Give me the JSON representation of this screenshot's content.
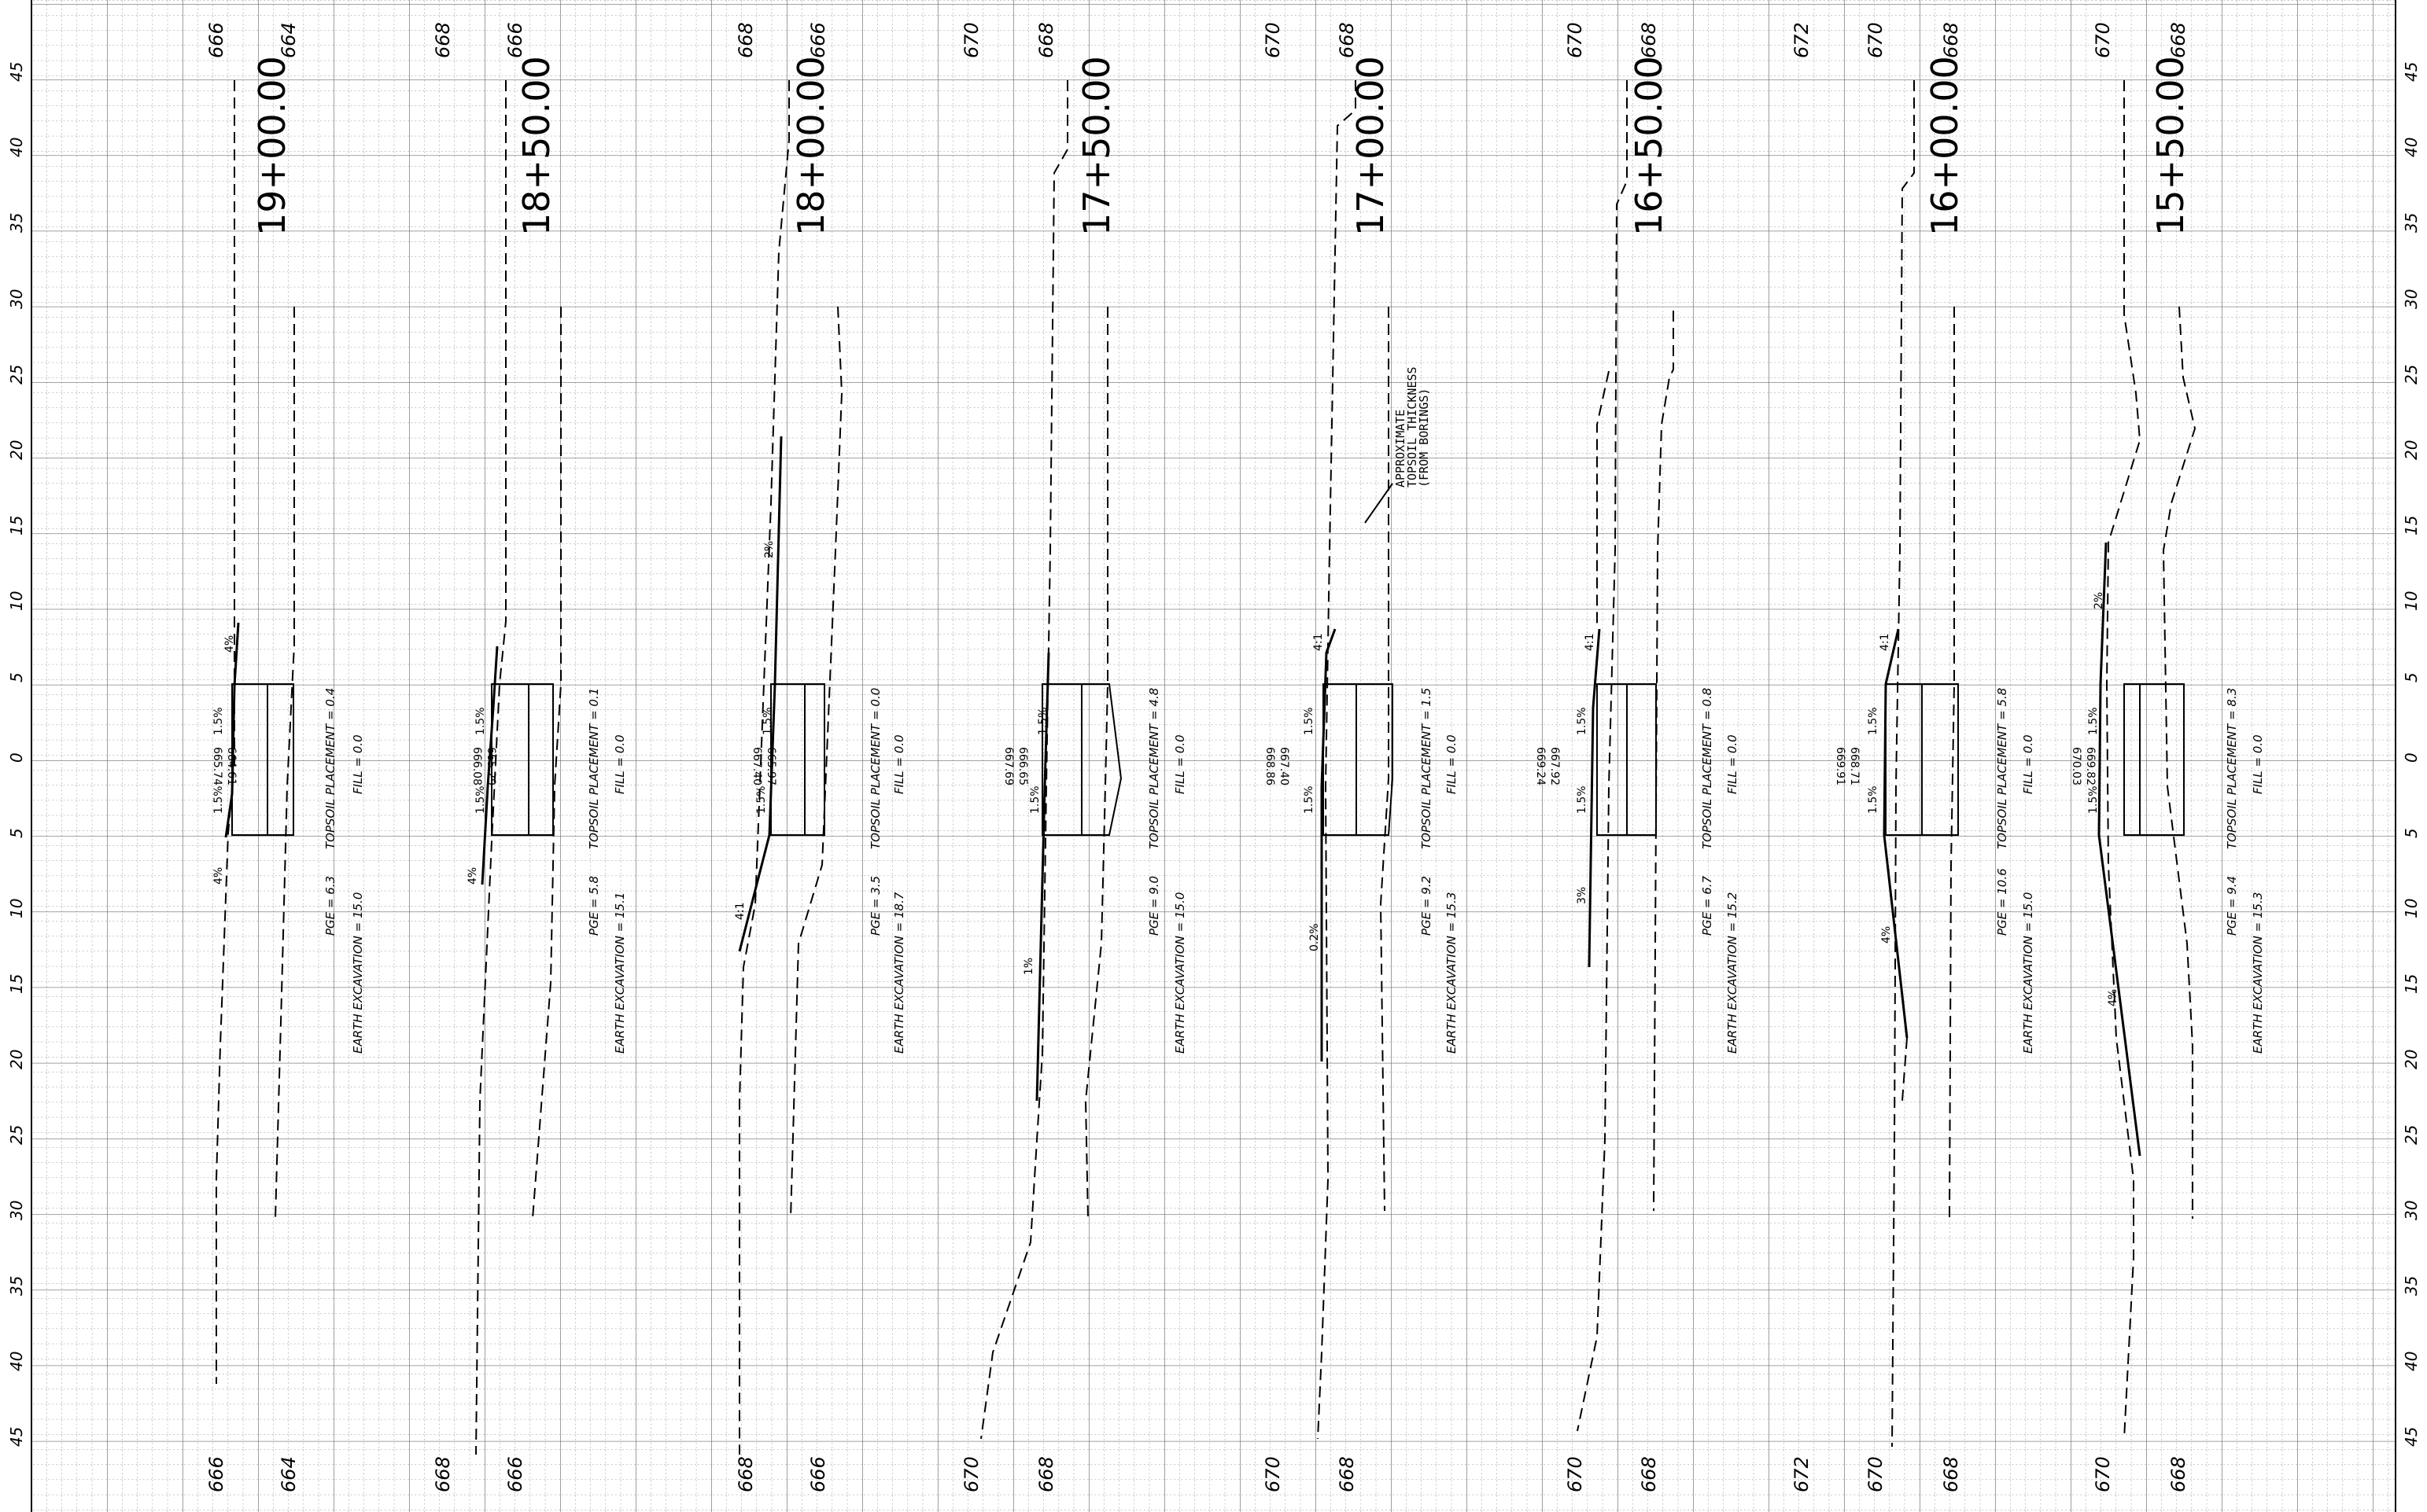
{
  "sheet": {
    "offset_labels_left": [
      "45",
      "40",
      "35",
      "30",
      "25",
      "20",
      "15",
      "10",
      "5",
      "0",
      "5",
      "10",
      "15",
      "20",
      "25",
      "30",
      "35",
      "40",
      "45"
    ],
    "offset_labels_right": [
      "45",
      "40",
      "35",
      "30",
      "25",
      "20",
      "15",
      "10",
      "5",
      "0",
      "5",
      "10",
      "15",
      "20",
      "25",
      "30",
      "35",
      "40",
      "45"
    ],
    "columns": [
      {
        "id": "c1",
        "elev_top": "666",
        "elev_bottom": "666"
      },
      {
        "id": "c2",
        "elev_top": "664",
        "elev_bottom": "664"
      },
      {
        "id": "c3",
        "elev_top": "668",
        "elev_bottom": "668"
      },
      {
        "id": "c4",
        "elev_top": "666",
        "elev_bottom": "666"
      },
      {
        "id": "c5",
        "elev_top": "668",
        "elev_bottom": "668"
      },
      {
        "id": "c6",
        "elev_top": "666",
        "elev_bottom": "666"
      },
      {
        "id": "c7",
        "elev_top": "670",
        "elev_bottom": "670"
      },
      {
        "id": "c8",
        "elev_top": "668",
        "elev_bottom": "668"
      },
      {
        "id": "c9",
        "elev_top": "670",
        "elev_bottom": "670"
      },
      {
        "id": "c10",
        "elev_top": "668",
        "elev_bottom": "668"
      },
      {
        "id": "c11",
        "elev_top": "670",
        "elev_bottom": "670"
      },
      {
        "id": "c12",
        "elev_top": "668",
        "elev_bottom": "668"
      },
      {
        "id": "c13",
        "elev_top": "672",
        "elev_bottom": "672"
      },
      {
        "id": "c14",
        "elev_top": "670",
        "elev_bottom": "670"
      },
      {
        "id": "c15",
        "elev_top": "668",
        "elev_bottom": "668"
      },
      {
        "id": "c16",
        "elev_top": "670",
        "elev_bottom": "670"
      },
      {
        "id": "c17",
        "elev_top": "668",
        "elev_bottom": "668"
      }
    ],
    "sections": [
      {
        "station": "19+00.00",
        "elev_a": "665.74",
        "elev_b": "664.61",
        "topsoil": "TOPSOIL PLACEMENT = 0.4",
        "fill": "FILL = 0.0",
        "pge": "PGE = 6.3",
        "exc": "EARTH EXCAVATION = 15.0"
      },
      {
        "station": "18+50.00",
        "elev_a": "666.08",
        "elev_b": "665.29",
        "topsoil": "TOPSOIL PLACEMENT = 0.1",
        "fill": "FILL = 0.0",
        "pge": "PGE = 5.8",
        "exc": "EARTH EXCAVATION = 15.1"
      },
      {
        "station": "18+00.00",
        "elev_a": "667.40",
        "elev_b": "665.97",
        "topsoil": "TOPSOIL PLACEMENT = 0.0",
        "fill": "FILL = 0.0",
        "pge": "PGE = 3.5",
        "exc": "EARTH EXCAVATION = 18.7"
      },
      {
        "station": "17+50.00",
        "elev_a": "667.69",
        "elev_b": "666.65",
        "topsoil": "TOPSOIL PLACEMENT = 4.8",
        "fill": "FILL = 0.0",
        "pge": "PGE = 9.0",
        "exc": "EARTH EXCAVATION = 15.0"
      },
      {
        "station": "17+00.00",
        "elev_a": "668.86",
        "elev_b": "667.40",
        "topsoil": "TOPSOIL PLACEMENT = 1.5",
        "fill": "FILL = 0.0",
        "pge": "PGE = 9.2",
        "exc": "EARTH EXCAVATION = 15.3"
      },
      {
        "station": "16+50.00",
        "elev_a": "669.24",
        "elev_b": "667.92",
        "topsoil": "TOPSOIL PLACEMENT = 0.8",
        "fill": "FILL = 0.0",
        "pge": "PGE = 6.7",
        "exc": "EARTH EXCAVATION = 15.2"
      },
      {
        "station": "16+00.00",
        "elev_a": "669.91",
        "elev_b": "668.71",
        "topsoil": "TOPSOIL PLACEMENT = 5.8",
        "fill": "FILL = 0.0",
        "pge": "PGE = 10.6",
        "exc": "EARTH EXCAVATION = 15.0"
      },
      {
        "station": "15+50.00",
        "elev_a": "670.03",
        "elev_b": "669.82",
        "topsoil": "TOPSOIL PLACEMENT = 8.3",
        "fill": "FILL = 0.0",
        "pge": "PGE = 9.4",
        "exc": "EARTH EXCAVATION = 15.3"
      }
    ],
    "slopes": {
      "s15": "1.5%",
      "s4": "4%",
      "s2": "2%",
      "s3": "3%",
      "s1": "1%",
      "s02": "0.2%",
      "s41": "4:1"
    },
    "note": [
      "APPROXIMATE",
      "TOPSOIL THICKNESS",
      "(FROM BORINGS)"
    ]
  }
}
